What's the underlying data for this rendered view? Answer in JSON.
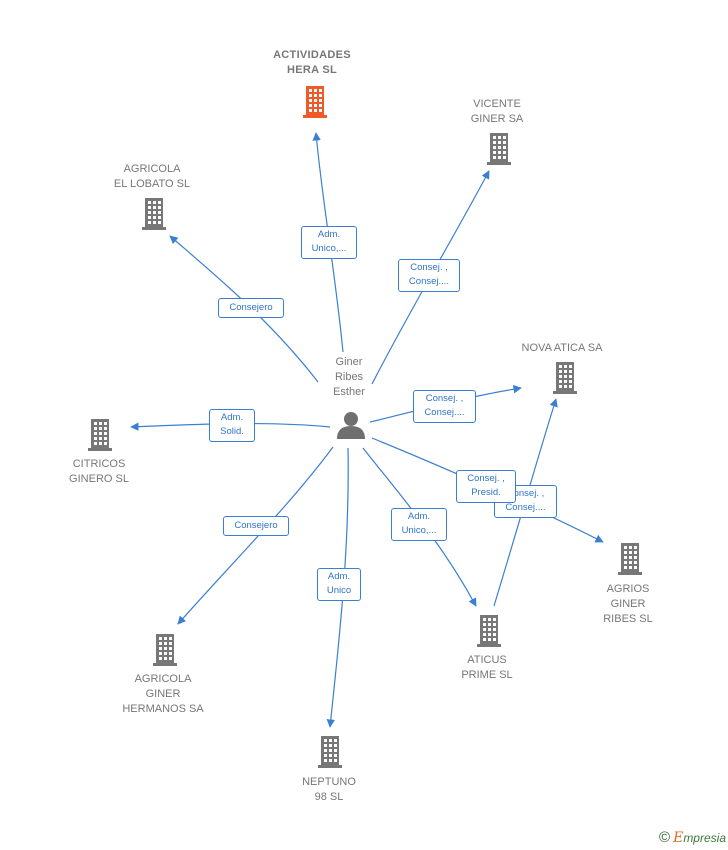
{
  "center": {
    "name": "Giner\nRibes\nEsther",
    "icon": "person-icon"
  },
  "companies": [
    {
      "id": "actividades-hera",
      "name": "ACTIVIDADES\nHERA  SL",
      "highlight": true
    },
    {
      "id": "vicente-giner",
      "name": "VICENTE\nGINER SA"
    },
    {
      "id": "agricola-lobato",
      "name": "AGRICOLA\nEL LOBATO  SL"
    },
    {
      "id": "nova-atica",
      "name": "NOVA ATICA SA"
    },
    {
      "id": "citricos-ginero",
      "name": "CITRICOS\nGINERO  SL"
    },
    {
      "id": "agrios-giner",
      "name": "AGRIOS\nGINER\nRIBES SL"
    },
    {
      "id": "atricus-prime",
      "name": "ATICUS\nPRIME  SL"
    },
    {
      "id": "agricola-giner",
      "name": "AGRICOLA\nGINER\nHERMANOS SA"
    },
    {
      "id": "neptuno",
      "name": "NEPTUNO\n98 SL"
    }
  ],
  "edges": [
    {
      "id": "e-hera",
      "label": [
        "Adm.",
        "Unico,..."
      ]
    },
    {
      "id": "e-vicente",
      "label": [
        "Consej. ,",
        "Consej...."
      ]
    },
    {
      "id": "e-lobato",
      "label": [
        "Consejero"
      ]
    },
    {
      "id": "e-nova",
      "label": [
        "Consej. ,",
        "Consej...."
      ]
    },
    {
      "id": "e-citricos",
      "label": [
        "Adm.",
        "Solid."
      ]
    },
    {
      "id": "e-agrios-back",
      "label": [
        "Consej. ,",
        "Consej...."
      ]
    },
    {
      "id": "e-agrios",
      "label": [
        "Consej. ,",
        "Presid."
      ]
    },
    {
      "id": "e-aticus",
      "label": [
        "Adm.",
        "Unico,..."
      ]
    },
    {
      "id": "e-agricola-giner",
      "label": [
        "Consejero"
      ]
    },
    {
      "id": "e-neptuno",
      "label": [
        "Adm.",
        "Unico"
      ]
    }
  ],
  "colors": {
    "edge": "#3a7fd0",
    "building": "#777777",
    "highlight": "#f05a28"
  },
  "watermark": {
    "symbol": "©",
    "brand_initial": "E",
    "brand_rest": "mpresia"
  }
}
